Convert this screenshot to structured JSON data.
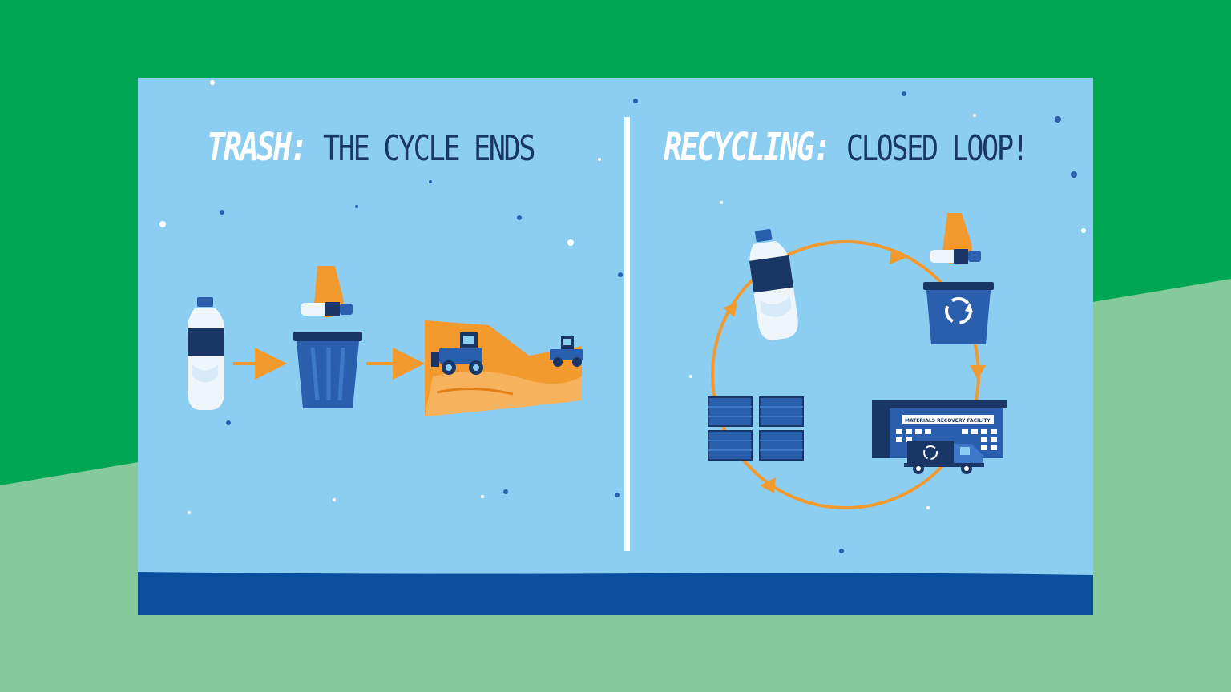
{
  "colors": {
    "green_dark": "#00a651",
    "green_light": "#86c99b",
    "sky": "#8ccdf2",
    "navy": "#1a3666",
    "blue": "#2a5fae",
    "blue_band": "#0a4f9e",
    "orange": "#f39a2e",
    "white": "#ffffff"
  },
  "left_panel": {
    "title_highlight": "TRASH:",
    "title_rest": "THE CYCLE ENDS",
    "icons": [
      "plastic-bottle-icon",
      "trash-can-icon",
      "landfill-icon"
    ]
  },
  "right_panel": {
    "title_highlight": "RECYCLING:",
    "title_rest": "CLOSED LOOP!",
    "facility_label": "MATERIALS RECOVERY FACILITY",
    "icons": [
      "plastic-bottle-icon",
      "recycling-bin-icon",
      "recovery-facility-icon",
      "recycled-bales-icon"
    ]
  }
}
